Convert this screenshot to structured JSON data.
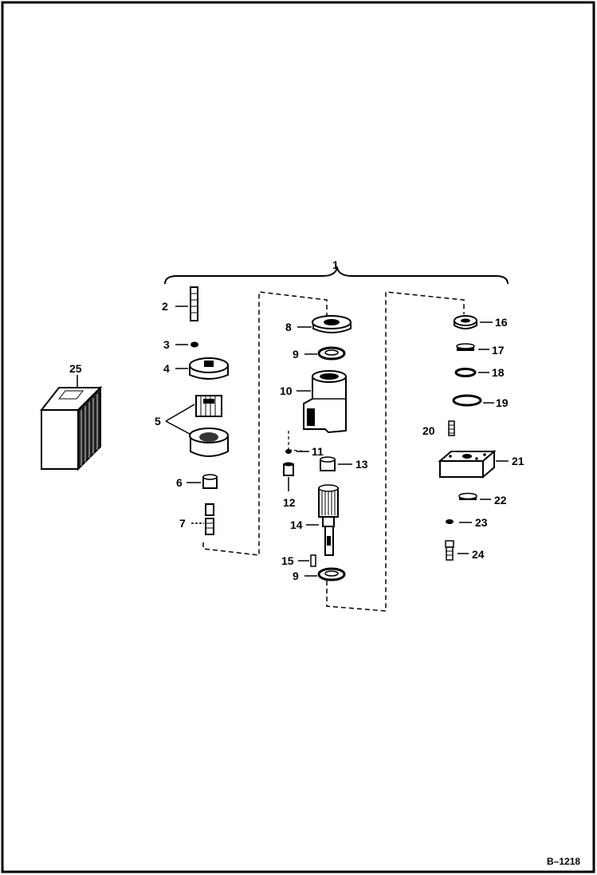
{
  "diagram": {
    "figure_id": "B–1218",
    "callouts": {
      "c1": "1",
      "c2": "2",
      "c3": "3",
      "c4": "4",
      "c5": "5",
      "c6": "6",
      "c7": "7",
      "c8": "8",
      "c9a": "9",
      "c9b": "9",
      "c10": "10",
      "c11": "11",
      "c12": "12",
      "c13": "13",
      "c14": "14",
      "c15": "15",
      "c16": "16",
      "c17": "17",
      "c18": "18",
      "c19": "19",
      "c20": "20",
      "c21": "21",
      "c22": "22",
      "c23": "23",
      "c24": "24",
      "c25": "25"
    }
  }
}
